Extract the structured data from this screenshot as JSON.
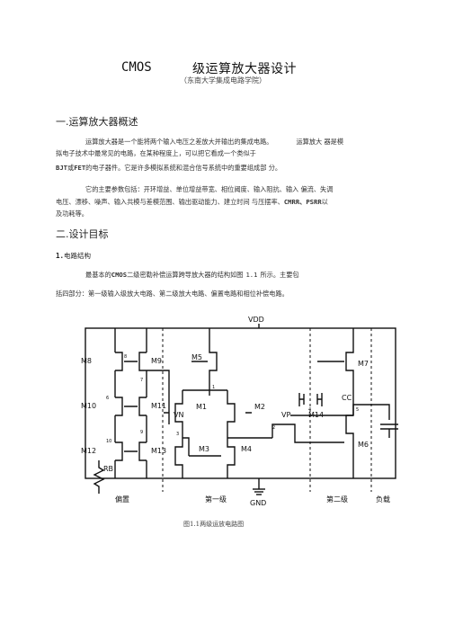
{
  "title": {
    "latin": "CMOS",
    "chinese": "级运算放大器设计"
  },
  "subtitle": "（东南大学集成电路学院）",
  "section1": {
    "heading": "一.运算放大器概述",
    "para1_line1a": "运算放大器是一个能将两个输入电压之差放大并输出的集成电路。",
    "para1_line1b": "运算放大 器是模",
    "para1_line2": "拟电子技术中最常见的电路，在某种程度上，可以把它看成一个类似于",
    "para1_line3_code": "BJT",
    "para1_line3_mid": "或",
    "para1_line3_code2": "FET",
    "para1_line3_rest": "的电子器件。它是许多模拟系统和混合信号系统中的重要组成部 分。",
    "para2_line1": "它的主要参数包括：开环增益、单位增益带宽、相位阈度、输入阻抗、输入 偏流、失调",
    "para2_line2_a": "电压、漂移、噪声、输入共模与差模范围、输出驱动能力、建立时间 与压摆率、",
    "para2_line2_code": "CMRR、PSRR",
    "para2_line2_b": "以",
    "para2_line3": "及功耗等。"
  },
  "section2": {
    "heading": "二.设计目标",
    "sub_num": "1.",
    "sub_text": "电路结构",
    "para1_a": "最基本的",
    "para1_code": "CMOS",
    "para1_b": "二级密勒补偿运算跨导放大器的结构如图",
    "para1_fig": "1.1",
    "para1_c": "所示。主要包",
    "para2": "括四部分：第一级输入级放大电路、第二级放大电路、偏置电路和相位补偿电路。"
  },
  "figure": {
    "labels": {
      "vdd": "VDD",
      "gnd": "GND",
      "m1": "M1",
      "m2": "M2",
      "m3": "M3",
      "m4": "M4",
      "m5": "M5",
      "m6": "M6",
      "m7": "M7",
      "m8": "M8",
      "m9": "M9",
      "m10": "M10",
      "m11": "M11",
      "m12": "M12",
      "m13": "M13",
      "m14": "M14",
      "rb": "RB",
      "cc": "CC",
      "vn": "VN",
      "vp": "VP",
      "n1": "1",
      "n2": "2",
      "n3": "3",
      "n4": "4",
      "n5": "5",
      "n6": "6",
      "n7": "7",
      "n8": "8",
      "n9": "9",
      "n10": "10"
    },
    "sections": [
      "偏置",
      "第一级",
      "第二级",
      "负载"
    ],
    "caption": "图1.1两级运放电路图"
  }
}
